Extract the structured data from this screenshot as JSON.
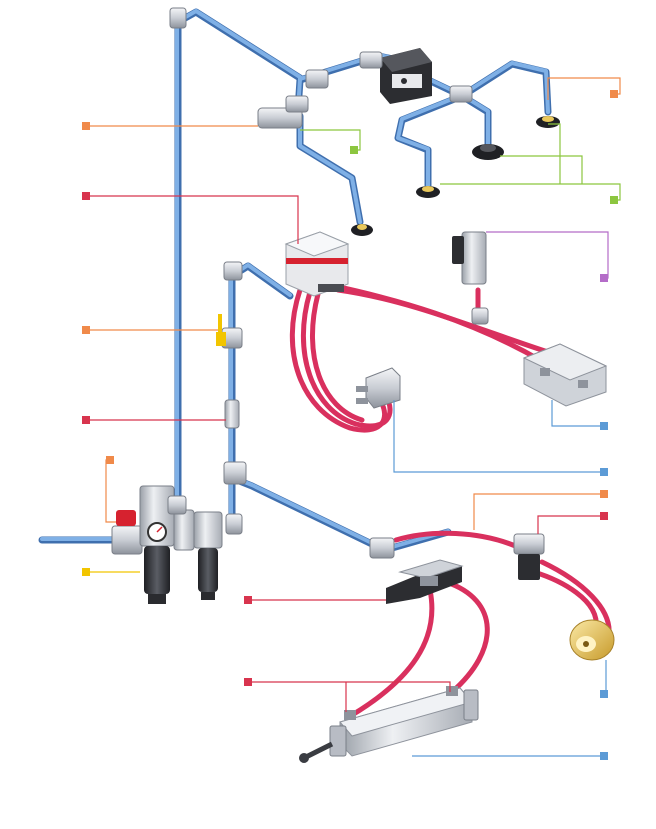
{
  "colors": {
    "background": "#ffffff",
    "air_line_blue": "#6f9fd6",
    "air_line_dark": "#3f6fae",
    "signal_tube_pink": "#d9305e",
    "leader_orange": "#f08a4a",
    "leader_red": "#d8344e",
    "leader_green": "#8cc63f",
    "leader_purple": "#b46cc8",
    "leader_blue": "#5c9bd6",
    "leader_yellow": "#f2c500",
    "metal_light": "#e6e8ec",
    "metal_mid": "#b8bcc4",
    "metal_dark": "#4a4c52",
    "brass": "#e9c85c"
  },
  "components": [
    {
      "name": "frl-unit",
      "icon": "filter-regulator-lubricator-icon"
    },
    {
      "name": "lockout-valve",
      "icon": "yellow-lever-valve-icon"
    },
    {
      "name": "flow-fitting",
      "icon": "inline-fitting-icon"
    },
    {
      "name": "vacuum-generator",
      "icon": "vacuum-ejector-icon"
    },
    {
      "name": "vacuum-cup",
      "icon": "suction-cup-icon"
    },
    {
      "name": "valve-terminal",
      "icon": "electro-valve-block-icon"
    },
    {
      "name": "distribution-block",
      "icon": "tee-manifold-icon"
    },
    {
      "name": "sensor-module",
      "icon": "pressure-switch-icon"
    },
    {
      "name": "compact-gripper",
      "icon": "gripper-icon"
    },
    {
      "name": "linear-slide",
      "icon": "slide-unit-icon"
    },
    {
      "name": "directional-valve",
      "icon": "solenoid-valve-icon"
    },
    {
      "name": "flow-regulator",
      "icon": "flow-control-icon"
    },
    {
      "name": "rotary-actuator",
      "icon": "rotary-actuator-icon"
    },
    {
      "name": "pneumatic-cylinder",
      "icon": "profile-cylinder-icon"
    }
  ],
  "callouts": [
    {
      "id": "c1",
      "color": "orange"
    },
    {
      "id": "c2",
      "color": "red"
    },
    {
      "id": "c3",
      "color": "orange"
    },
    {
      "id": "c4",
      "color": "red"
    },
    {
      "id": "c5",
      "color": "orange"
    },
    {
      "id": "c6",
      "color": "yellow"
    },
    {
      "id": "c7",
      "color": "red"
    },
    {
      "id": "c8",
      "color": "red"
    },
    {
      "id": "c9",
      "color": "orange"
    },
    {
      "id": "c10",
      "color": "green"
    },
    {
      "id": "c11",
      "color": "green"
    },
    {
      "id": "c12",
      "color": "purple"
    },
    {
      "id": "c13",
      "color": "blue"
    },
    {
      "id": "c14",
      "color": "blue"
    },
    {
      "id": "c15",
      "color": "orange"
    },
    {
      "id": "c16",
      "color": "red"
    },
    {
      "id": "c17",
      "color": "blue"
    },
    {
      "id": "c18",
      "color": "blue"
    }
  ]
}
